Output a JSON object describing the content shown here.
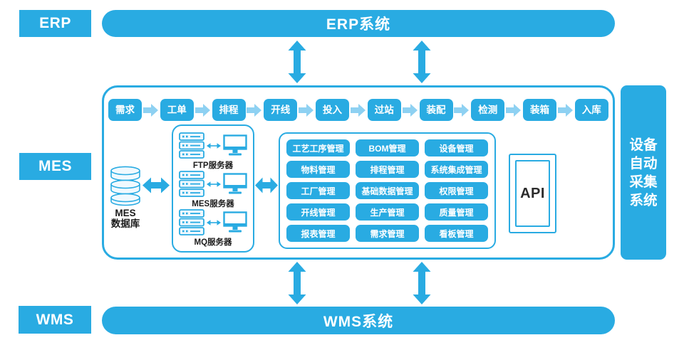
{
  "colors": {
    "primary_blue": "#29abe2",
    "light_arrow_blue": "#8ed1f2",
    "dark_text": "#1b1b1b",
    "white": "#ffffff"
  },
  "left_labels": {
    "erp": "ERP",
    "mes": "MES",
    "wms": "WMS"
  },
  "top_bar": {
    "title": "ERP系统"
  },
  "bottom_bar": {
    "title": "WMS系统"
  },
  "right_bar": {
    "lines": [
      "设备",
      "自动",
      "采集",
      "系统"
    ]
  },
  "mes": {
    "process_steps": [
      "需求",
      "工单",
      "排程",
      "开线",
      "投入",
      "过站",
      "装配",
      "检测",
      "装箱",
      "入库"
    ],
    "database": {
      "lines": [
        "MES",
        "数据库"
      ]
    },
    "servers": [
      "FTP服务器",
      "MES服务器",
      "MQ服务器"
    ],
    "modules": [
      "工艺工序管理",
      "BOM管理",
      "设备管理",
      "物料管理",
      "排程管理",
      "系统集成管理",
      "工厂管理",
      "基础数据管理",
      "权限管理",
      "开线管理",
      "生产管理",
      "质量管理",
      "报表管理",
      "需求管理",
      "看板管理"
    ],
    "api_label": "API"
  }
}
